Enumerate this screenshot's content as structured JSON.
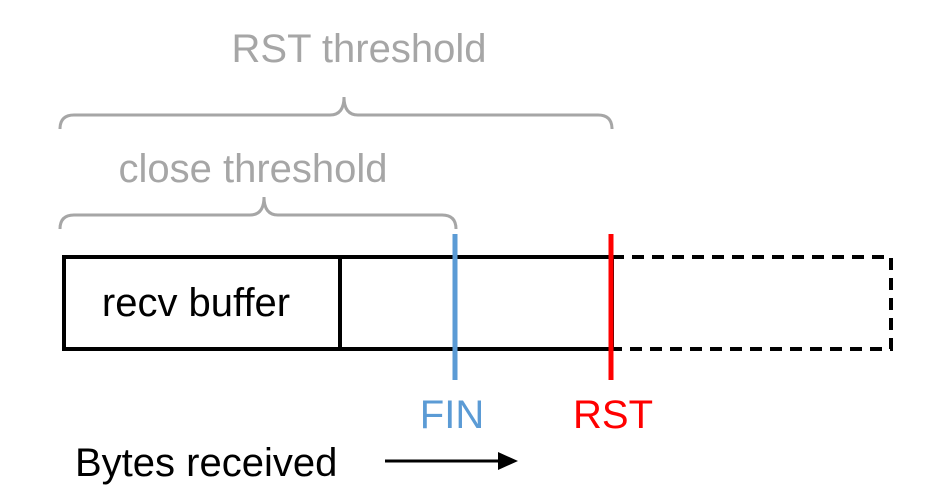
{
  "labels": {
    "rst_threshold": "RST threshold",
    "close_threshold": "close threshold",
    "recv_buffer": "recv buffer",
    "fin": "FIN",
    "rst": "RST",
    "bytes_received": "Bytes received"
  },
  "colors": {
    "bracket": "#a6a6a6",
    "fin": "#5b9bd5",
    "rst": "#ff0000",
    "stroke": "#000000"
  }
}
